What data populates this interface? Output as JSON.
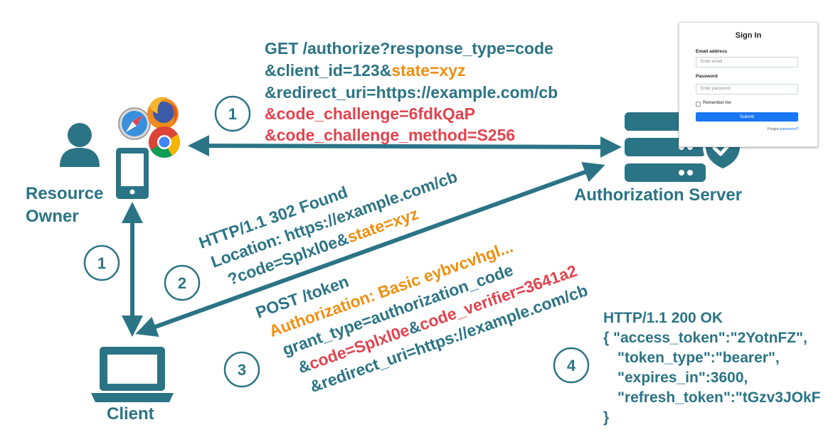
{
  "actors": {
    "resource_owner": [
      "Resource",
      "Owner"
    ],
    "authorization_server": "Authorization Server",
    "client": "Client"
  },
  "steps": {
    "s1_top": "1",
    "s1_left": "1",
    "s2": "2",
    "s3": "3",
    "s4": "4"
  },
  "request1": {
    "l1": "GET /authorize?response_type=code",
    "l2a": "&client_id=123&",
    "l2b": "state=xyz",
    "l3": "&redirect_uri=https://example.com/cb",
    "l4": "&code_challenge=6fdkQaP",
    "l5": "&code_challenge_method=S256"
  },
  "redirect": {
    "l1": "HTTP/1.1 302 Found",
    "l2": "Location: https://example.com/cb",
    "l3a": "?code=Splxl0e&",
    "l3b": "state=xyz"
  },
  "token_request": {
    "l1": "POST /token",
    "l2": "Authorization: Basic eybvcvhgl...",
    "l3": "grant_type=authorization_code",
    "l4a": "&",
    "l4b": "code=Splxl0e",
    "l4c": "&",
    "l4d": "code_verifier=3641a2",
    "l5": "&redirect_uri=https://example.com/cb"
  },
  "token_response": {
    "l1": "HTTP/1.1 200 OK",
    "l2": "{  \"access_token\":\"2YotnFZ\",",
    "l3": "\"token_type\":\"bearer\",",
    "l4": "\"expires_in\":3600,",
    "l5": "\"refresh_token\":\"tGzv3JOkF",
    "l6": "}"
  },
  "signin_form": {
    "title": "Sign In",
    "email_label": "Email address",
    "email_placeholder": "Enter email",
    "password_label": "Password",
    "password_placeholder": "Enter password",
    "remember": "Remember me",
    "submit": "Submit",
    "forgot_prefix": "Forgot",
    "forgot_link": "password?"
  },
  "colors": {
    "teal": "#2b7485",
    "orange": "#ee8f10",
    "red": "#e2434e",
    "signin_blue": "#1976f5"
  },
  "icons": [
    "person-icon",
    "smartphone-icon",
    "safari-icon",
    "firefox-icon",
    "chrome-icon",
    "server-icon",
    "shield-check-icon",
    "laptop-icon"
  ]
}
